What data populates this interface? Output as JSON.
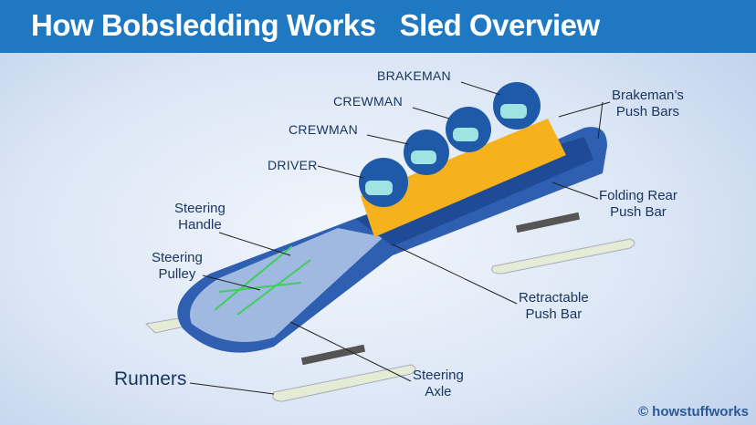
{
  "header": {
    "title": "How Bobsledding Works   Sled Overview"
  },
  "labels": {
    "brakeman": "BRAKEMAN",
    "crewman_1": "CREWMAN",
    "crewman_2": "CREWMAN",
    "driver": "DRIVER",
    "push_bars_1": "Brakeman’s",
    "push_bars_2": "Push Bars",
    "folding_1": "Folding Rear",
    "folding_2": "Push Bar",
    "steering_handle_1": "Steering",
    "steering_handle_2": "Handle",
    "steering_pulley_1": "Steering",
    "steering_pulley_2": "Pulley",
    "retractable_1": "Retractable",
    "retractable_2": "Push Bar",
    "runners": "Runners",
    "axle_1": "Steering",
    "axle_2": "Axle"
  },
  "credit": "© howstuffworks",
  "colors": {
    "header": "#1e78c2",
    "sled": "#2f5fb0",
    "helmet": "#1e5aa8",
    "suit": "#f5b21c",
    "runner": "#e4ecd6"
  }
}
